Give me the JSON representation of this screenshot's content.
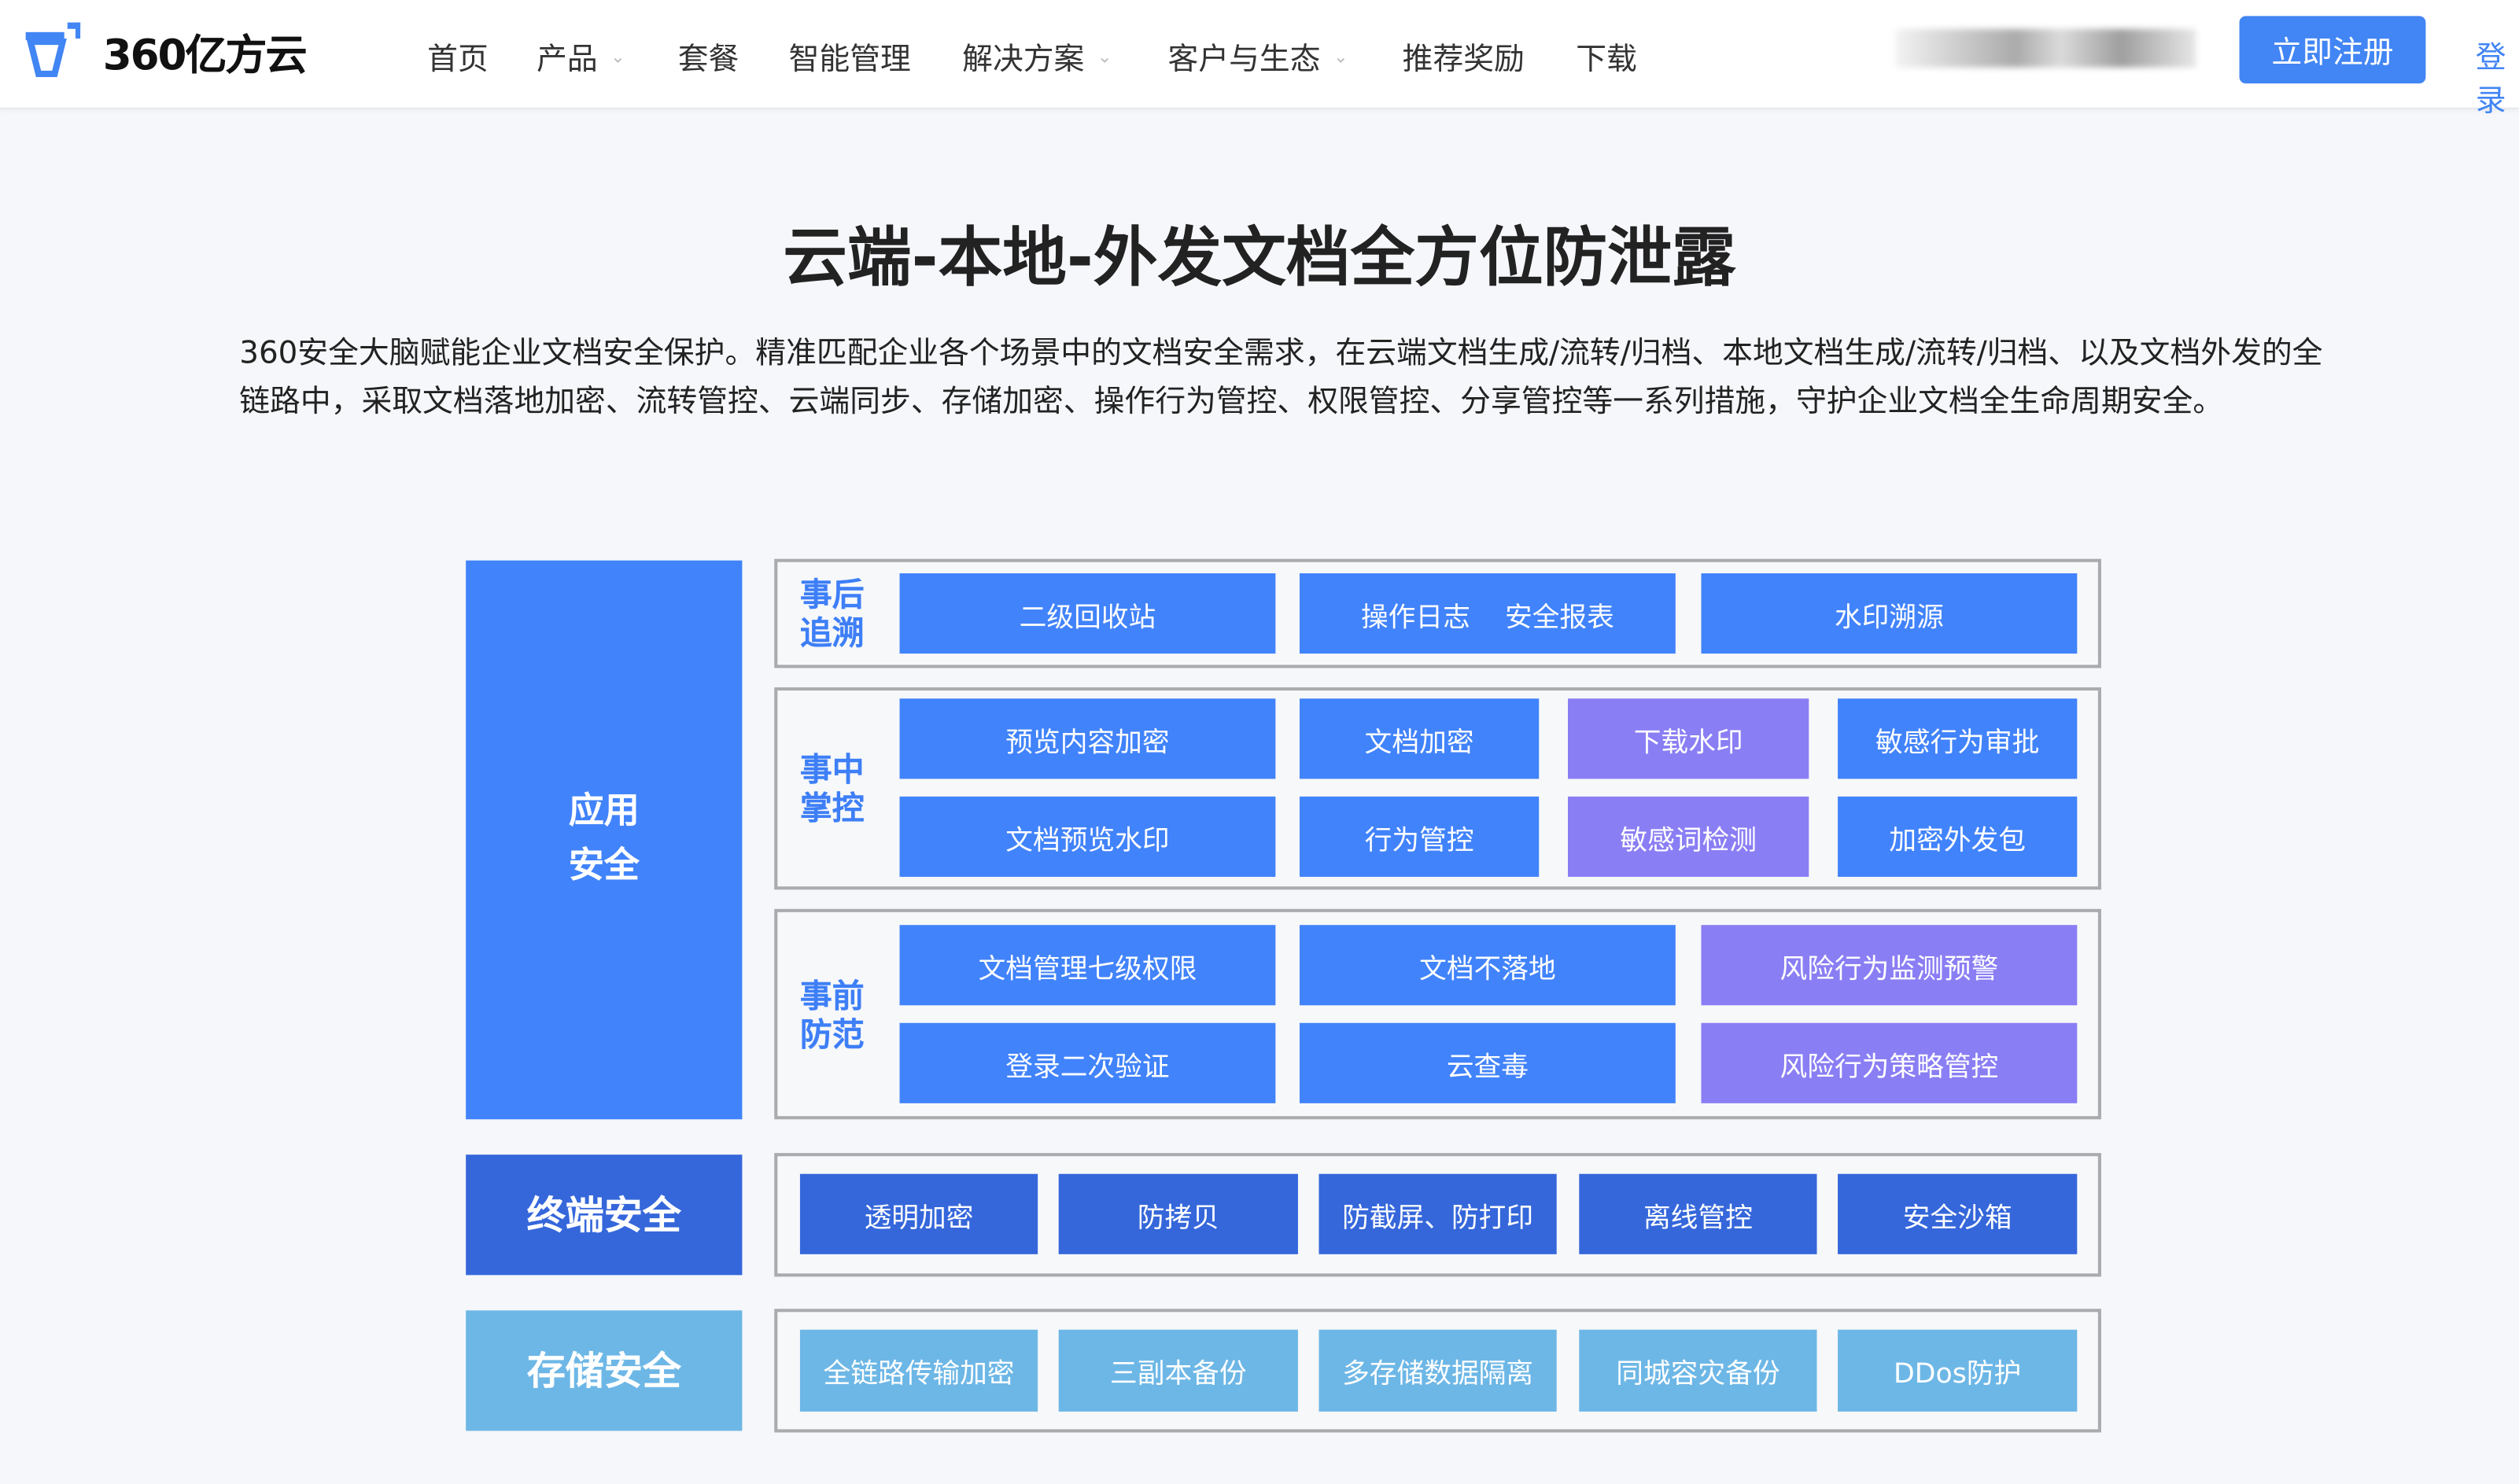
{
  "header": {
    "logo_text": "360亿方云",
    "nav": [
      {
        "label": "首页",
        "dropdown": false
      },
      {
        "label": "产品",
        "dropdown": true
      },
      {
        "label": "套餐",
        "dropdown": false
      },
      {
        "label": "智能管理",
        "dropdown": false
      },
      {
        "label": "解决方案",
        "dropdown": true
      },
      {
        "label": "客户与生态",
        "dropdown": true
      },
      {
        "label": "推荐奖励",
        "dropdown": false
      },
      {
        "label": "下载",
        "dropdown": false
      }
    ],
    "register_label": "立即注册",
    "login_label": "登录",
    "chevron": "⌄"
  },
  "main": {
    "title": "云端-本地-外发文档全方位防泄露",
    "description": "360安全大脑赋能企业文档安全保护。精准匹配企业各个场景中的文档安全需求，在云端文档生成/流转/归档、本地文档生成/流转/归档、以及文档外发的全链路中，采取文档落地加密、流转管控、云端同步、存储加密、操作行为管控、权限管控、分享管控等一系列措施，守护企业文档全生命周期安全。"
  },
  "colors": {
    "blue": "#4183fb",
    "purple": "#8a7ef4",
    "dark_blue": "#3567db",
    "light_blue": "#6db7e6",
    "brand": "#4285f4"
  },
  "diagram": {
    "categories": [
      "应用\n安全",
      "终端安全",
      "存储安全"
    ],
    "groups": [
      {
        "label": "事后\n追溯",
        "tiles": [
          {
            "text": "二级回收站",
            "color": "blue"
          },
          {
            "text": "操作日志    安全报表",
            "color": "blue"
          },
          {
            "text": "水印溯源",
            "color": "blue"
          }
        ]
      },
      {
        "label": "事中\n掌控",
        "tiles": [
          {
            "text": "预览内容加密",
            "color": "blue"
          },
          {
            "text": "文档加密",
            "color": "blue"
          },
          {
            "text": "下载水印",
            "color": "purple"
          },
          {
            "text": "敏感行为审批",
            "color": "blue"
          },
          {
            "text": "文档预览水印",
            "color": "blue"
          },
          {
            "text": "行为管控",
            "color": "blue"
          },
          {
            "text": "敏感词检测",
            "color": "purple"
          },
          {
            "text": "加密外发包",
            "color": "blue"
          }
        ]
      },
      {
        "label": "事前\n防范",
        "tiles": [
          {
            "text": "文档管理七级权限",
            "color": "blue"
          },
          {
            "text": "文档不落地",
            "color": "blue"
          },
          {
            "text": "风险行为监测预警",
            "color": "purple"
          },
          {
            "text": "登录二次验证",
            "color": "blue"
          },
          {
            "text": "云查毒",
            "color": "blue"
          },
          {
            "text": "风险行为策略管控",
            "color": "purple"
          }
        ]
      },
      {
        "label": "",
        "tiles": [
          {
            "text": "透明加密",
            "color": "dark"
          },
          {
            "text": "防拷贝",
            "color": "dark"
          },
          {
            "text": "防截屏、防打印",
            "color": "dark"
          },
          {
            "text": "离线管控",
            "color": "dark"
          },
          {
            "text": "安全沙箱",
            "color": "dark"
          }
        ]
      },
      {
        "label": "",
        "tiles": [
          {
            "text": "全链路传输加密",
            "color": "light"
          },
          {
            "text": "三副本备份",
            "color": "light"
          },
          {
            "text": "多存储数据隔离",
            "color": "light"
          },
          {
            "text": "同城容灾备份",
            "color": "light"
          },
          {
            "text": "DDos防护",
            "color": "light"
          }
        ]
      }
    ]
  }
}
